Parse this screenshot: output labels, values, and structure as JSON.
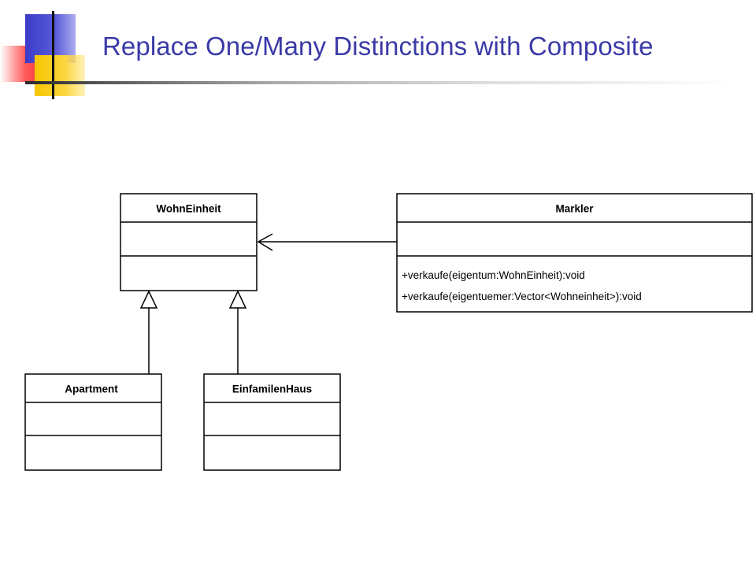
{
  "slide": {
    "title": "Replace One/Many Distinctions with Composite"
  },
  "diagram": {
    "classes": {
      "wohneinheit": {
        "name": "WohnEinheit"
      },
      "markler": {
        "name": "Markler",
        "operations": [
          "+verkaufe(eigentum:WohnEinheit):void",
          "+verkaufe(eigentuemer:Vector<Wohneinheit>):void"
        ]
      },
      "apartment": {
        "name": "Apartment"
      },
      "einfamilenhaus": {
        "name": "EinfamilenHaus"
      }
    },
    "relations": [
      {
        "type": "association",
        "from": "Markler",
        "to": "WohnEinheit"
      },
      {
        "type": "generalization",
        "from": "Apartment",
        "to": "WohnEinheit"
      },
      {
        "type": "generalization",
        "from": "EinfamilenHaus",
        "to": "WohnEinheit"
      }
    ]
  }
}
